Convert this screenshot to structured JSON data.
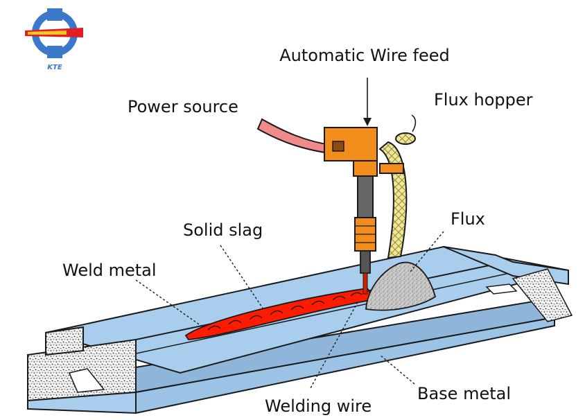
{
  "logo": {
    "text": "KTE",
    "accent": "#3a78c9",
    "flare": "#e21d24"
  },
  "labels": {
    "wire_feed": "Automatic Wire feed",
    "power_source": "Power source",
    "flux_hopper": "Flux hopper",
    "solid_slag": "Solid slag",
    "flux": "Flux",
    "weld_metal": "Weld metal",
    "base_metal": "Base metal",
    "welding_wire": "Welding wire"
  },
  "colors": {
    "base_metal": "#a9cdec",
    "weld_metal": "#ff1a00",
    "torch": "#f28c1a",
    "cable": "#f08b8b",
    "hopper": "#efe79a",
    "flux": "#c4c4c4"
  }
}
